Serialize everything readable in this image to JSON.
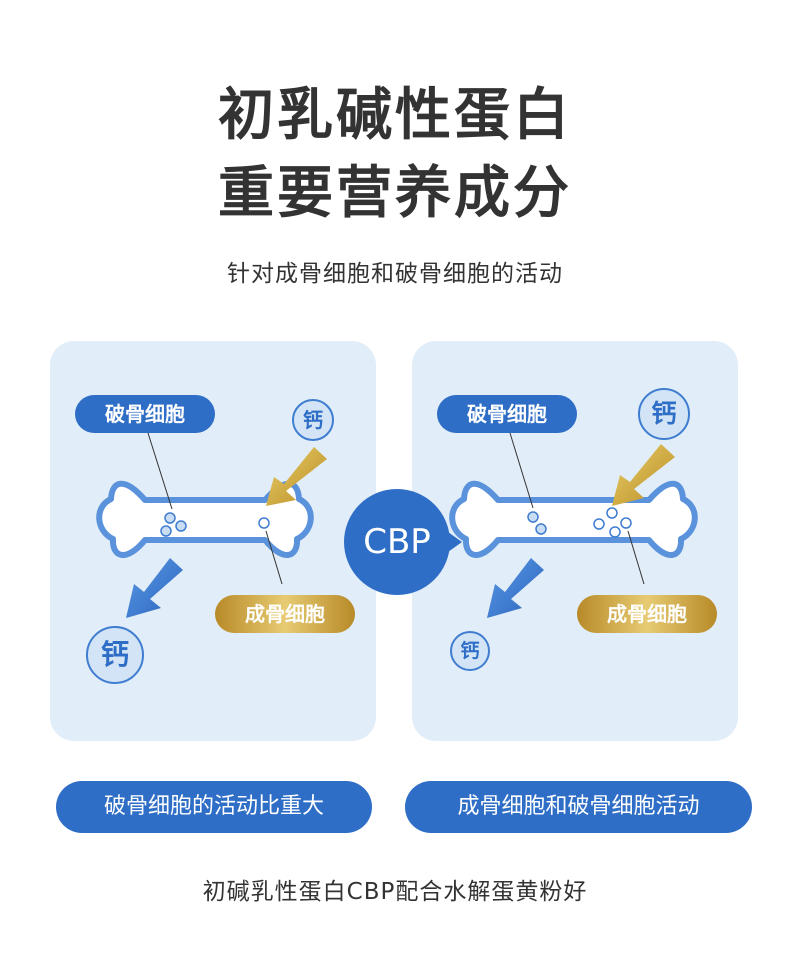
{
  "header": {
    "title_line1": "初乳碱性蛋白",
    "title_line2": "重要营养成分",
    "subtitle": "针对成骨细胞和破骨细胞的活动"
  },
  "left_panel": {
    "osteoclast_label": "破骨细胞",
    "osteoblast_label": "成骨细胞",
    "calcium_in_label": "钙",
    "calcium_out_label": "钙",
    "caption": "破骨细胞的活动比重大"
  },
  "center": {
    "badge": "CBP"
  },
  "right_panel": {
    "osteoclast_label": "破骨细胞",
    "osteoblast_label": "成骨细胞",
    "calcium_in_label": "钙",
    "calcium_out_label": "钙",
    "caption": "成骨细胞和破骨细胞活动"
  },
  "footer": {
    "text": "初碱乳性蛋白CBP配合水解蛋黄粉好"
  },
  "colors": {
    "primary_blue": "#2f6ec6",
    "panel_bg": "#e1edf8",
    "gold": "#c9a23c",
    "text_dark": "#333333"
  }
}
